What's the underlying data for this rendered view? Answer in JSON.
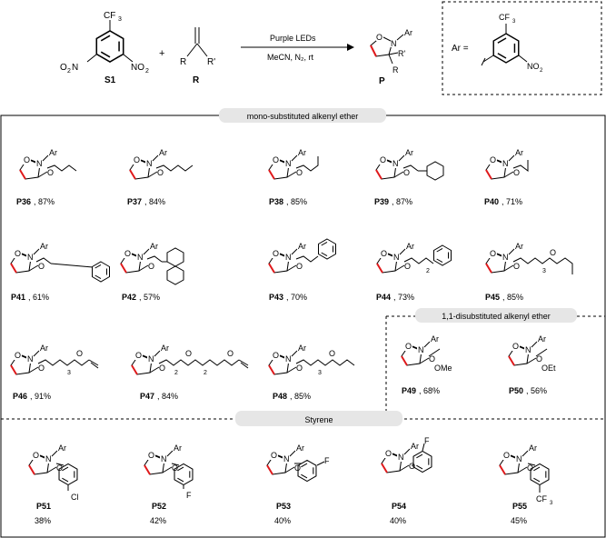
{
  "scheme": {
    "s1_label": "S1",
    "plus": "+",
    "r_label": "R",
    "p_label": "P",
    "conditions_top": "Purple LEDs",
    "conditions_bottom": "MeCN, N₂, rt",
    "ar_equals": "Ar =",
    "cf3": "CF",
    "cf3_sub": "3",
    "no2": "NO",
    "no2_sub": "2",
    "o2n": "O",
    "o2n_sub": "2",
    "o2n_n": "N",
    "r_group": "R",
    "r_prime": "R'",
    "ar": "Ar",
    "atom_o": "O",
    "atom_n": "N"
  },
  "sections": {
    "mono": "mono-substituted alkenyl ether",
    "disub": "1,1-disubstituted alkenyl ether",
    "styrene": "Styrene"
  },
  "labels": {
    "ome": "OMe",
    "oet": "OEt",
    "cl": "Cl",
    "f": "F",
    "o": "O",
    "sub2": "2",
    "sub3": "3"
  },
  "products": [
    {
      "id": "P36",
      "yield": "87%"
    },
    {
      "id": "P37",
      "yield": "84%"
    },
    {
      "id": "P38",
      "yield": "85%"
    },
    {
      "id": "P39",
      "yield": "87%"
    },
    {
      "id": "P40",
      "yield": "71%"
    },
    {
      "id": "P41",
      "yield": "61%"
    },
    {
      "id": "P42",
      "yield": "57%"
    },
    {
      "id": "P43",
      "yield": "70%"
    },
    {
      "id": "P44",
      "yield": "73%"
    },
    {
      "id": "P45",
      "yield": "85%"
    },
    {
      "id": "P46",
      "yield": "91%"
    },
    {
      "id": "P47",
      "yield": "84%"
    },
    {
      "id": "P48",
      "yield": "85%"
    },
    {
      "id": "P49",
      "yield": "68%"
    },
    {
      "id": "P50",
      "yield": "56%"
    },
    {
      "id": "P51",
      "yield": "38%"
    },
    {
      "id": "P52",
      "yield": "42%"
    },
    {
      "id": "P53",
      "yield": "40%"
    },
    {
      "id": "P54",
      "yield": "40%"
    },
    {
      "id": "P55",
      "yield": "45%"
    }
  ],
  "colors": {
    "highlight_bond": "#e0191b",
    "line": "#000000",
    "pill": "#e6e6e6"
  }
}
